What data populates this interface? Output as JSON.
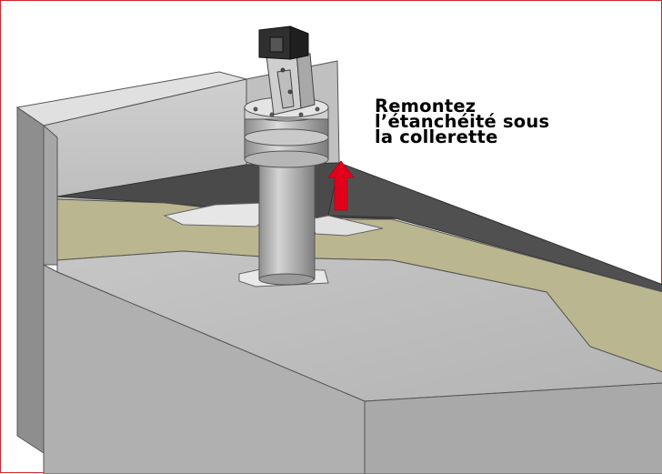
{
  "callout": {
    "lines": [
      "Remontez",
      "l’étanchéité sous",
      "la collerette"
    ]
  },
  "colors": {
    "frame_border": "#d2232a",
    "arrow": "#e3001b",
    "membrane": "#4a4a4a",
    "insulation": "#bab68f",
    "deck": "#bdbdbd",
    "concrete_side": "#a9a9a9",
    "plate": "#e6e6e6",
    "pipe": "#a7a7a7"
  },
  "icons": {
    "arrow": "up-arrow-icon"
  }
}
